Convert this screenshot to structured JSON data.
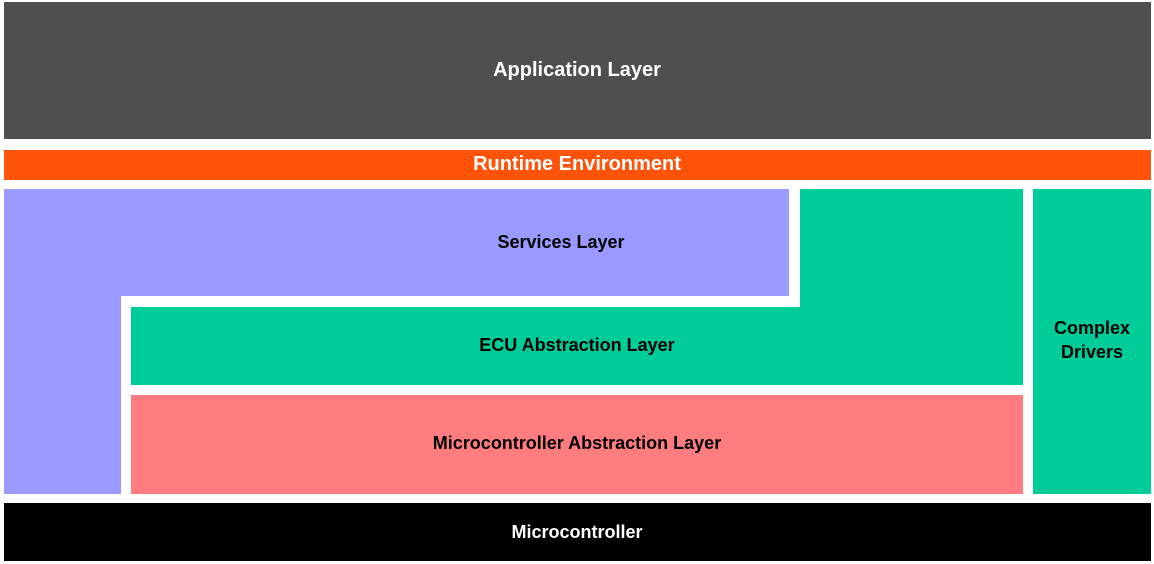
{
  "layers": {
    "application": {
      "label": "Application Layer",
      "color": "#4f4f4f",
      "text_color": "#ffffff"
    },
    "runtime": {
      "label": "Runtime Environment",
      "color": "#ff5309",
      "text_color": "#ffffff"
    },
    "services": {
      "label": "Services Layer",
      "color": "#9999ff",
      "text_color": "#000000"
    },
    "ecu_abstraction": {
      "label": "ECU Abstraction Layer",
      "color": "#00cc99",
      "text_color": "#000000"
    },
    "mcal": {
      "label": "Microcontroller Abstraction Layer",
      "color": "#ff7c80",
      "text_color": "#000000"
    },
    "complex_drivers": {
      "label_line1": "Complex",
      "label_line2": "Drivers",
      "color": "#00cc99",
      "text_color": "#000000"
    },
    "microcontroller": {
      "label": "Microcontroller",
      "color": "#000000",
      "text_color": "#ffffff"
    }
  }
}
